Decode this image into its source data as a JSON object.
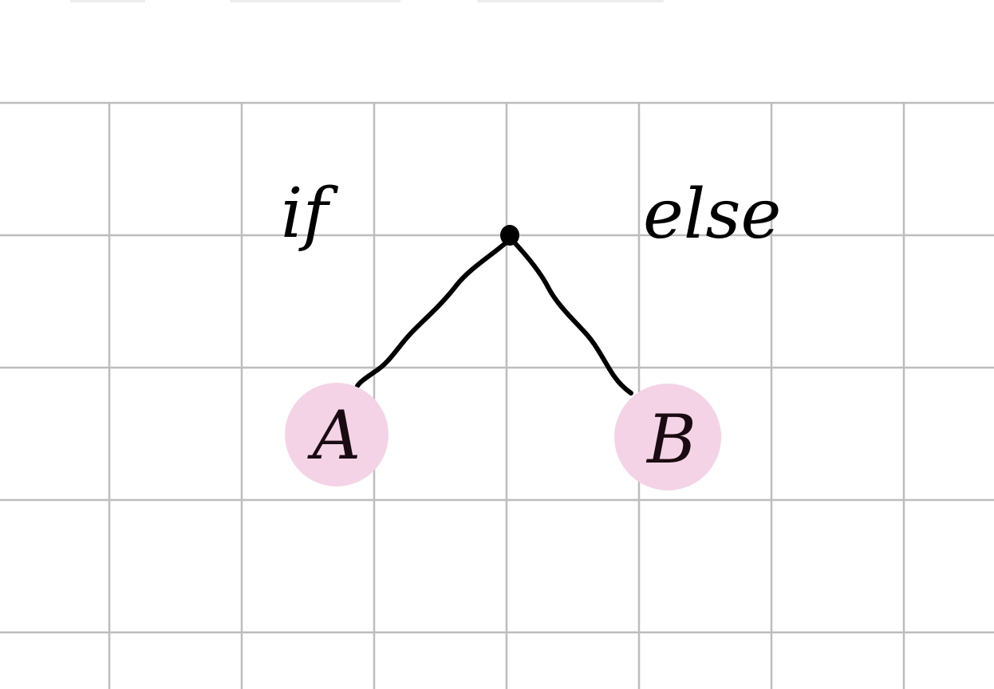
{
  "diagram": {
    "root": {
      "label": ""
    },
    "branches": [
      {
        "condition": "if",
        "target": "A"
      },
      {
        "condition": "else",
        "target": "B"
      }
    ],
    "nodes": [
      "A",
      "B"
    ]
  },
  "style": {
    "grid_color": "#bdbdbd",
    "node_fill": "#f5d3e6",
    "ink_color": "#000000",
    "background": "#ffffff"
  }
}
